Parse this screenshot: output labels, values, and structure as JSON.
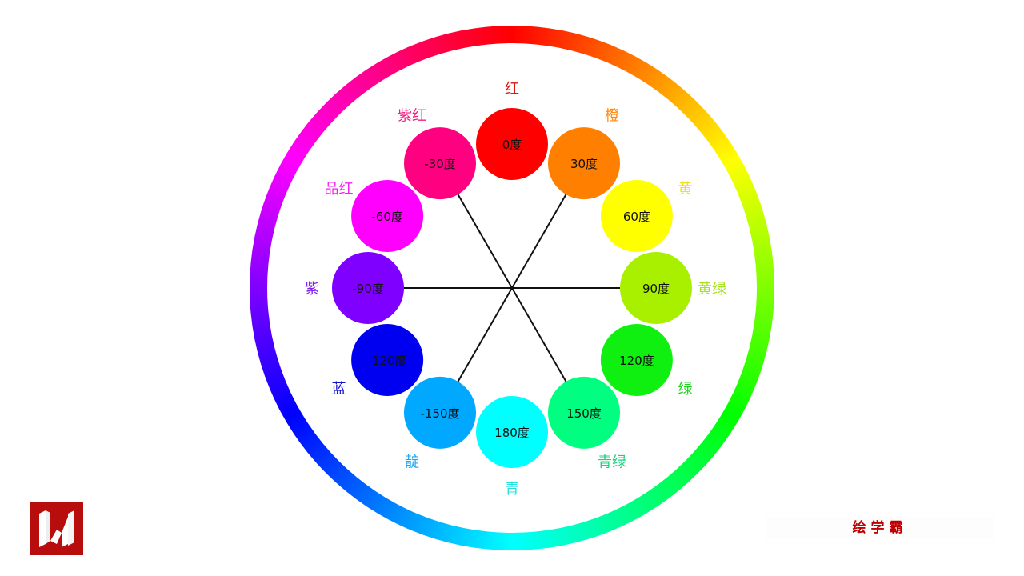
{
  "wheel": {
    "hues": [
      {
        "angle": 0,
        "degree_label": "0度",
        "name": "红",
        "color": "#ff0000",
        "label_color": "#e01010"
      },
      {
        "angle": 30,
        "degree_label": "30度",
        "name": "橙",
        "color": "#ff8000",
        "label_color": "#ff8a10"
      },
      {
        "angle": 60,
        "degree_label": "60度",
        "name": "黄",
        "color": "#ffff00",
        "label_color": "#f0e020"
      },
      {
        "angle": 90,
        "degree_label": "90度",
        "name": "黄绿",
        "color": "#a8f000",
        "label_color": "#a8e020"
      },
      {
        "angle": 120,
        "degree_label": "120度",
        "name": "绿",
        "color": "#10f010",
        "label_color": "#20d020"
      },
      {
        "angle": 150,
        "degree_label": "150度",
        "name": "青绿",
        "color": "#00ff80",
        "label_color": "#20d080"
      },
      {
        "angle": 180,
        "degree_label": "180度",
        "name": "青",
        "color": "#00ffff",
        "label_color": "#20e0e0"
      },
      {
        "angle": -150,
        "degree_label": "-150度",
        "name": "靛",
        "color": "#00a8ff",
        "label_color": "#20a8f0"
      },
      {
        "angle": -120,
        "degree_label": "-120度",
        "name": "蓝",
        "color": "#0000f0",
        "label_color": "#1010d0"
      },
      {
        "angle": -90,
        "degree_label": "-90度",
        "name": "紫",
        "color": "#8000ff",
        "label_color": "#8020f0"
      },
      {
        "angle": -60,
        "degree_label": "-60度",
        "name": "品红",
        "color": "#ff00ff",
        "label_color": "#f020f0"
      },
      {
        "angle": -30,
        "degree_label": "-30度",
        "name": "紫红",
        "color": "#ff0080",
        "label_color": "#f02080"
      }
    ],
    "connections": [
      [
        30,
        -150
      ],
      [
        90,
        -90
      ],
      [
        -30,
        150
      ]
    ]
  },
  "brand": {
    "text": "绘学霸",
    "logo_text": "W"
  }
}
